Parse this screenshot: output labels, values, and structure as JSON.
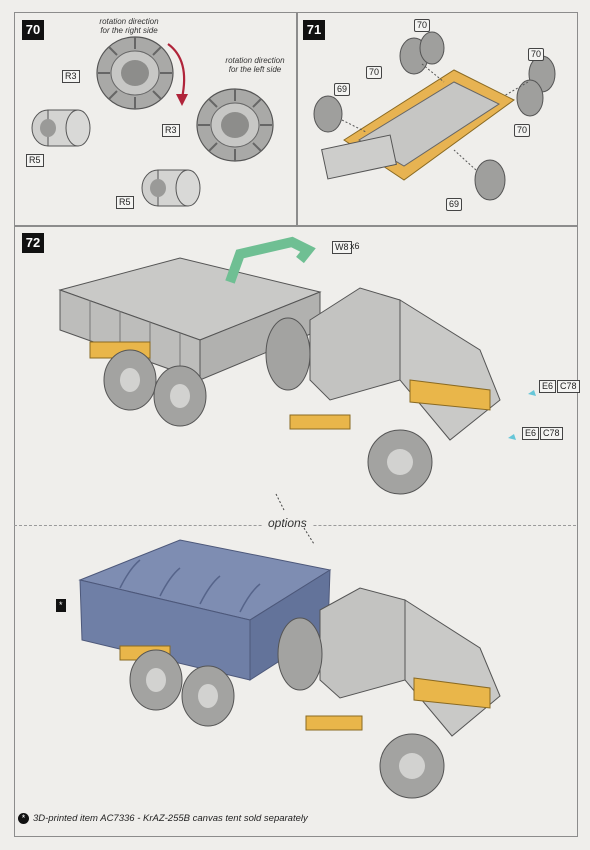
{
  "steps": {
    "s70": "70",
    "s71": "71",
    "s72": "72"
  },
  "step70": {
    "note_right": "rotation direction for the right side",
    "note_left": "rotation direction for the left side",
    "parts": [
      "R3",
      "R5",
      "R3",
      "R5"
    ]
  },
  "step71": {
    "parts": [
      "70",
      "70",
      "70",
      "70",
      "69",
      "69"
    ]
  },
  "step72": {
    "w8": "W8",
    "w8_qty": "x6",
    "e6a": "E6",
    "c78a": "C78",
    "e6b": "E6",
    "c78b": "C78"
  },
  "options_label": "options",
  "footnote": {
    "star": "*",
    "text": "3D-printed item AC7336 - KrAZ-255B canvas tent sold separately"
  },
  "colors": {
    "frame": "#8c8c8c",
    "grey_model": "#bdbdbb",
    "yellow_part": "#e9b64a",
    "green_part": "#6fbf93",
    "tent_blue": "#6f7fa6"
  }
}
